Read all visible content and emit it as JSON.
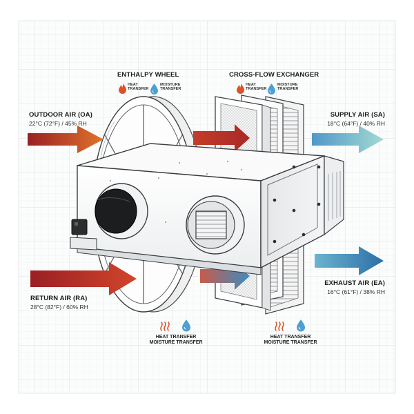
{
  "labels": {
    "enthalpy_wheel": "ENTHALPY WHEEL",
    "crossflow_exchanger": "CROSS-FLOW EXCHANGER",
    "heat_transfer": "HEAT\nTRANSFER",
    "moisture_transfer": "MOISTURE\nTRANSFER",
    "heat_transfer_long": "HEAT TRANSFER",
    "moisture_transfer_long": "MOISTURE TRANSFER"
  },
  "streams": {
    "outdoor": {
      "name": "OUTDOOR AIR (OA)",
      "cond": "22°C (72°F) / 45% RH"
    },
    "supply": {
      "name": "SUPPLY AIR (SA)",
      "cond": "18°C (64°F) / 40% RH"
    },
    "return": {
      "name": "RETURN AIR (RA)",
      "cond": "28°C (82°F) / 60% RH"
    },
    "exhaust": {
      "name": "EXHAUST AIR (EA)",
      "cond": "16°C (61°F) / 38% RH"
    }
  },
  "colors": {
    "warm_dark": "#9a1f24",
    "warm_light": "#e0742a",
    "cool_light": "#8fcdd0",
    "cool_dark": "#2b6fa6",
    "heat_icon": "#d9542b",
    "moisture_icon": "#4f9fd1",
    "grid": "#dfe3e6"
  },
  "icons": {
    "heat": "heat-flame-icon",
    "moisture": "water-drop-icon",
    "heat_waves": "heat-waves-icon"
  }
}
